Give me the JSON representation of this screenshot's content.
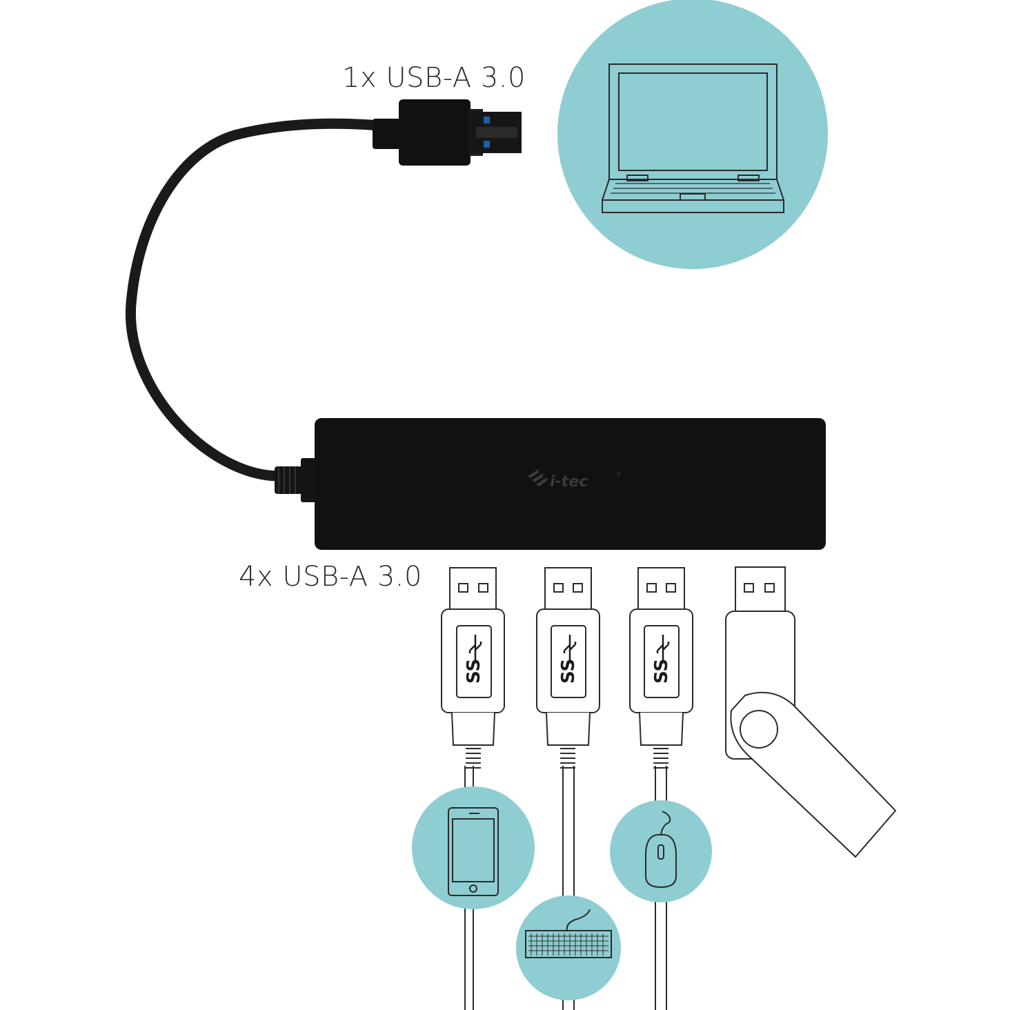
{
  "labels": {
    "host_connector": "1x USB-A 3.0",
    "device_ports": "4x USB-A 3.0"
  },
  "hub": {
    "brand": "i-tec",
    "trademark": "®"
  },
  "connectors": [
    {
      "id": "port-1",
      "badge": "SS",
      "device": "smartphone-icon"
    },
    {
      "id": "port-2",
      "badge": "SS",
      "device": "keyboard-icon"
    },
    {
      "id": "port-3",
      "badge": "SS",
      "device": "mouse-icon"
    },
    {
      "id": "port-4",
      "device": "usb-flash-drive-icon"
    }
  ],
  "colors": {
    "accent_circle": "#8ecdd2",
    "hub_body": "#111111",
    "cable": "#1a1a1a",
    "usb3_blue": "#1f5fa8",
    "outline": "#2a2a2a"
  }
}
